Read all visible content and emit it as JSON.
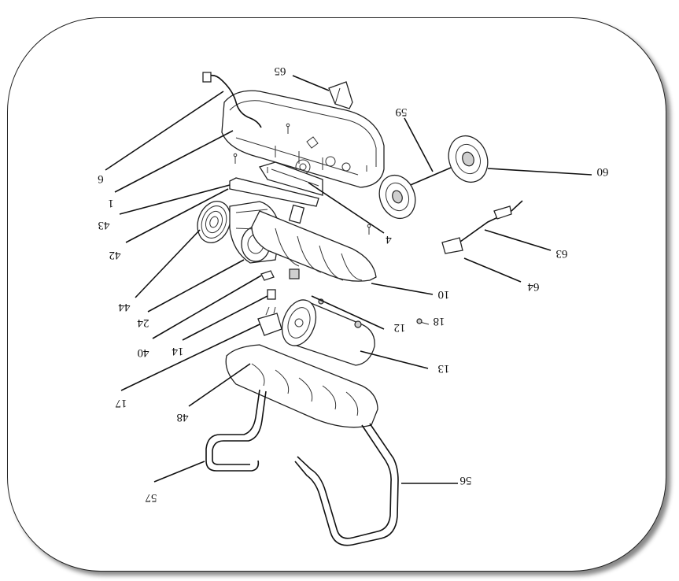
{
  "diagram": {
    "labels": {
      "p1": "1",
      "p4": "4",
      "p6": "6",
      "p10": "10",
      "p12": "12",
      "p13": "13",
      "p14": "14",
      "p17": "17",
      "p18": "18",
      "p24": "24",
      "p40": "40",
      "p42": "42",
      "p43": "43",
      "p44": "44",
      "p48": "48",
      "p56": "56",
      "p57": "57",
      "p59": "59",
      "p60": "60",
      "p63": "63",
      "p64": "64",
      "p65": "65"
    }
  }
}
